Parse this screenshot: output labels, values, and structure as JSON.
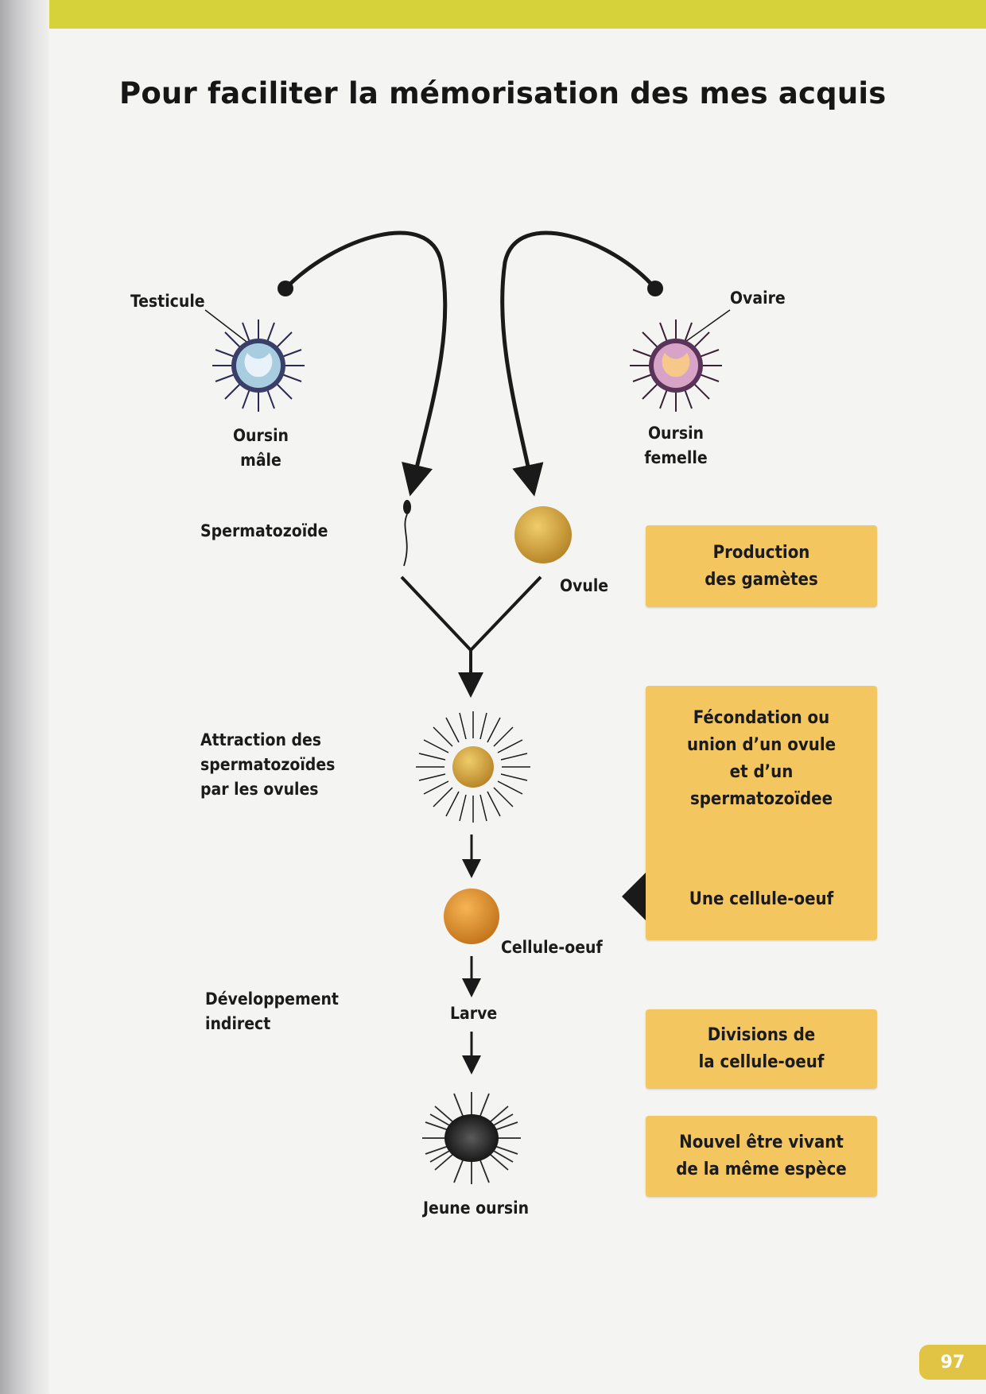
{
  "page": {
    "title": "Pour faciliter la mémorisation des mes acquis",
    "page_number": "97"
  },
  "diagram": {
    "labels": {
      "testicule": "Testicule",
      "ovaire": "Ovaire",
      "oursin_male": [
        "Oursin",
        "mâle"
      ],
      "oursin_femelle": [
        "Oursin",
        "femelle"
      ],
      "spermatozoide": "Spermatozoïde",
      "ovule": "Ovule",
      "attraction": [
        "Attraction des",
        "spermatozoïdes",
        "par les ovules"
      ],
      "cellule_oeuf": "Cellule-oeuf",
      "developpement": [
        "Développement",
        "indirect"
      ],
      "larve": "Larve",
      "jeune_oursin": "Jeune oursin"
    },
    "boxes": {
      "production": [
        "Production",
        "des gamètes"
      ],
      "fecondation": [
        "Fécondation ou",
        "union d’un ovule",
        "et d’un",
        "spermatozoïdee"
      ],
      "cellule_oeuf_result": "Une cellule-oeuf",
      "divisions": [
        "Divisions de",
        "la cellule-oeuf"
      ],
      "nouvel_etre": [
        "Nouvel être vivant",
        "de la même espèce"
      ]
    },
    "colors": {
      "box_fill": "#f3c660",
      "ovule_fill": "#d9a93a",
      "cellule_fill": "#e39a2a",
      "arrow": "#1a1a1a",
      "band": "#d6d33a"
    }
  }
}
